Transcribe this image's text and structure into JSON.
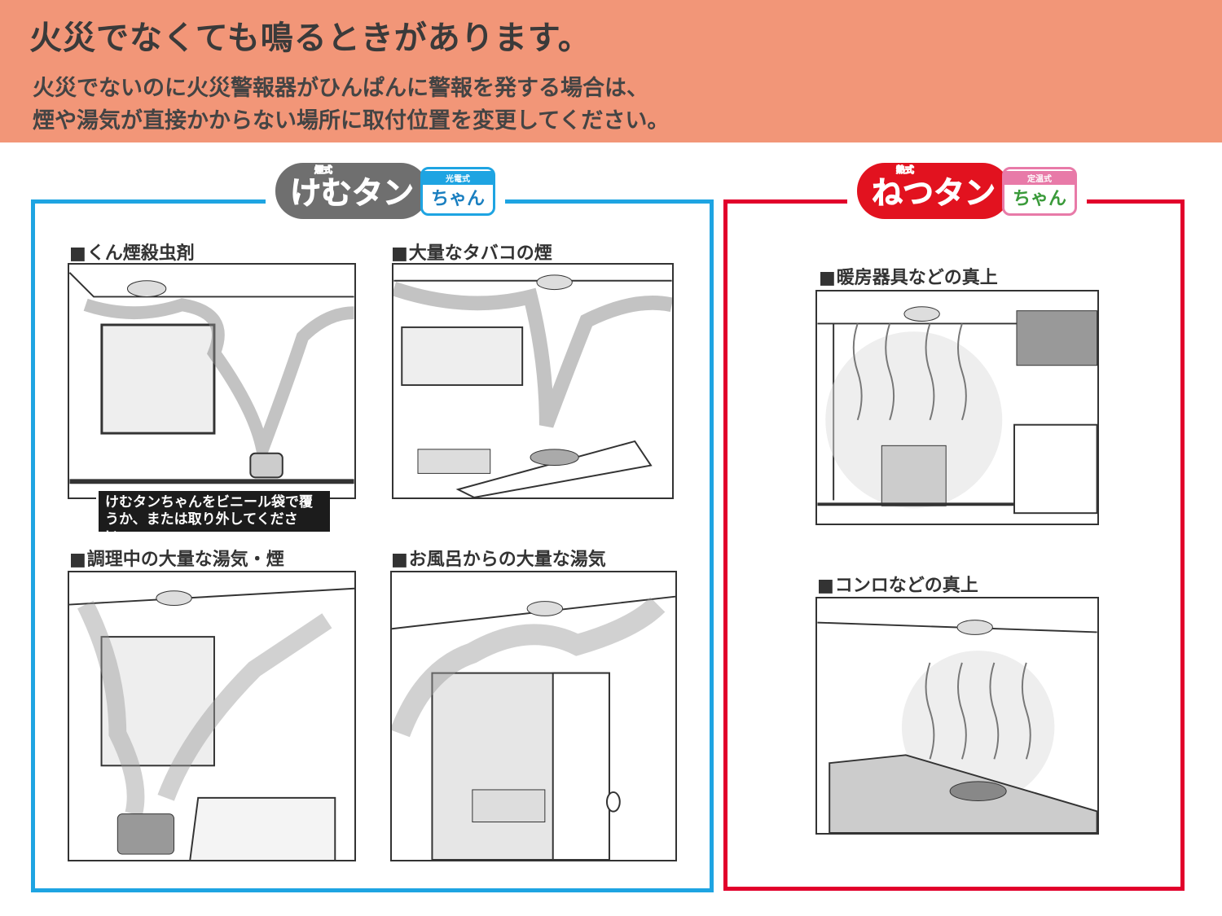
{
  "header": {
    "title": "火災でなくても鳴るときがあります。",
    "lines": [
      "火災でないのに火災警報器がひんぱんに警報を発する場合は、",
      "煙や湯気が直接かからない場所に取付位置を変更してください。"
    ]
  },
  "smoke_section": {
    "logo_name": "けむタン",
    "logo_type": "煙式",
    "tag_type": "光電式",
    "tag_name": "ちゃん",
    "color": "#1ea4e2",
    "panels": [
      {
        "label": "くん煙殺虫剤"
      },
      {
        "label": "大量なタバコの煙"
      },
      {
        "label": "調理中の大量な湯気・煙"
      },
      {
        "label": "お風呂からの大量な湯気"
      }
    ],
    "caption": [
      "けむタンちゃんをビニール袋で覆",
      "うか、または取り外してください。"
    ]
  },
  "heat_section": {
    "logo_name": "ねつタン",
    "logo_type": "熱式",
    "tag_type": "定温式",
    "tag_name": "ちゃん",
    "color": "#e2002b",
    "panels": [
      {
        "label": "暖房器具などの真上"
      },
      {
        "label": "コンロなどの真上"
      }
    ]
  }
}
